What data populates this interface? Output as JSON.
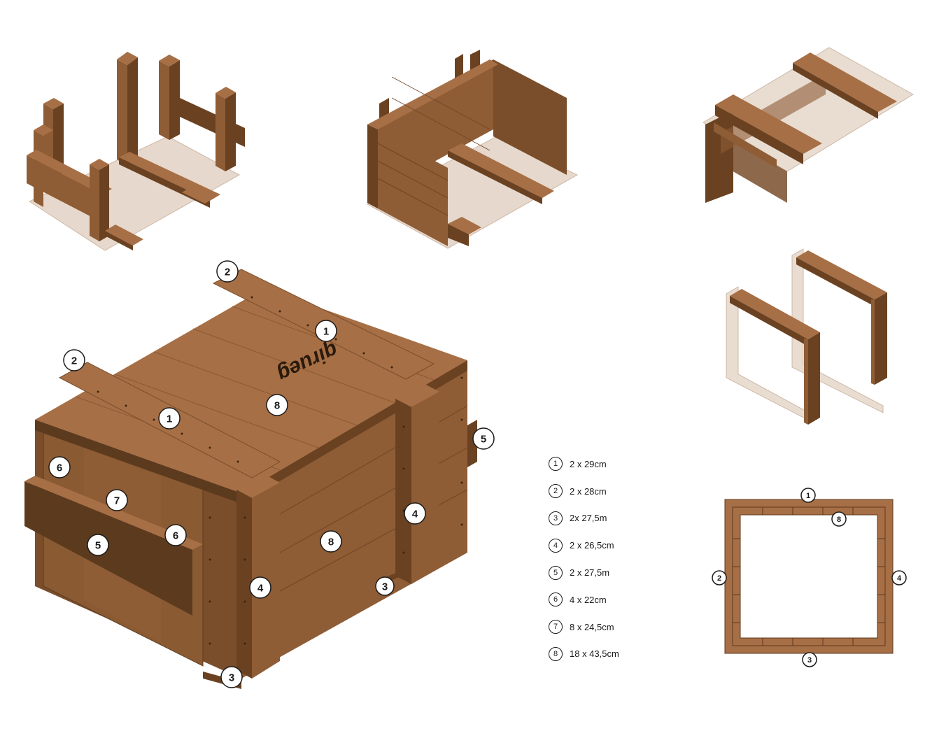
{
  "stamp_text": "qirueg",
  "colors": {
    "wood_top": "#a76f45",
    "wood_front": "#8e5c35",
    "wood_side": "#6a4222",
    "wood_dark": "#5c3a1e",
    "ghost": "#e4d6ca",
    "outline": "#1a1a1a"
  },
  "legend": [
    {
      "num": "1",
      "text": "2 x 29cm"
    },
    {
      "num": "2",
      "text": "2 x 28cm"
    },
    {
      "num": "3",
      "text": "2x 27,5m"
    },
    {
      "num": "4",
      "text": "2 x 26,5cm"
    },
    {
      "num": "5",
      "text": "2 x 27,5m"
    },
    {
      "num": "6",
      "text": "4 x 22cm"
    },
    {
      "num": "7",
      "text": "8 x 24,5cm"
    },
    {
      "num": "8",
      "text": "18 x 43,5cm"
    }
  ],
  "main_callouts": [
    "2",
    "1",
    "2",
    "1",
    "8",
    "5",
    "6",
    "7",
    "6",
    "5",
    "4",
    "8",
    "4",
    "3",
    "3"
  ],
  "plan_callouts": [
    "1",
    "8",
    "2",
    "4",
    "3"
  ]
}
